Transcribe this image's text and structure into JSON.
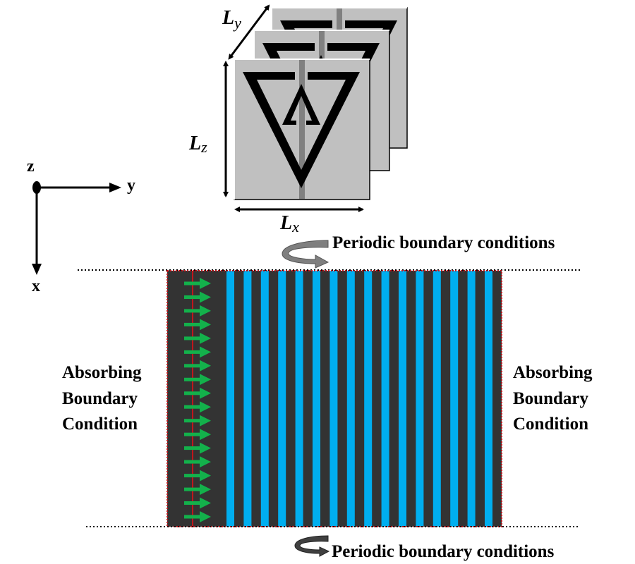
{
  "axes": {
    "z_label": "z",
    "y_label": "y",
    "x_label": "x"
  },
  "unit_cell": {
    "panel_count": 3,
    "dimensions": {
      "lx": {
        "symbol": "L",
        "subscript": "x"
      },
      "ly": {
        "symbol": "L",
        "subscript": "y"
      },
      "lz": {
        "symbol": "L",
        "subscript": "z"
      }
    }
  },
  "boundaries": {
    "periodic_top": "Periodic boundary conditions",
    "periodic_bottom": "Periodic boundary conditions",
    "absorbing_left": [
      "Absorbing",
      "Boundary",
      "Condition"
    ],
    "absorbing_right": [
      "Absorbing",
      "Boundary",
      "Condition"
    ]
  },
  "simulation_region": {
    "source_arrow_count": 18,
    "stripe_count": 16
  },
  "colors": {
    "panel_fill": "#c0c0c0",
    "panel_stripe": "#808080",
    "region_bg": "#333333",
    "stripe": "#00aeef",
    "source_arrow": "#13b14b",
    "source_line": "#c0161c",
    "boundary_dots": "#c0161c",
    "curved_arrow_top": "#7f7f7f",
    "curved_arrow_bottom": "#404040"
  }
}
